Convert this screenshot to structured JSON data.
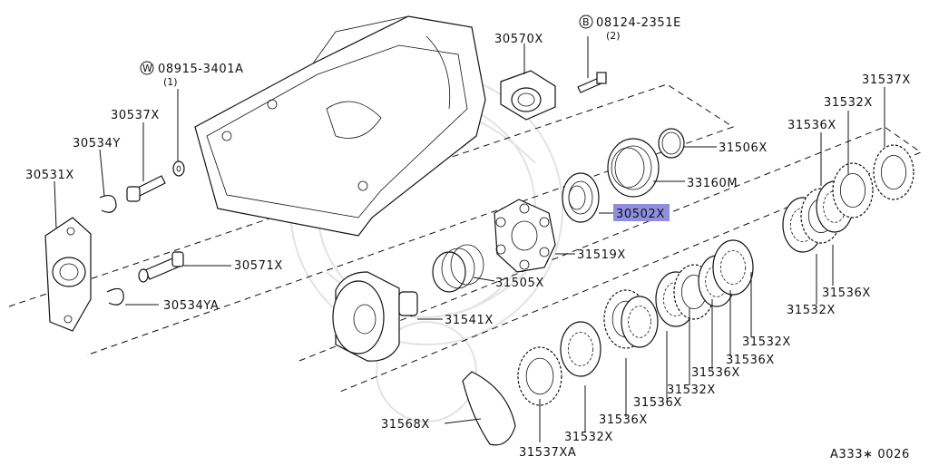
{
  "diagram": {
    "footer_code": "A333∗ 0026",
    "highlight_color": "#8f8fe0",
    "parts": [
      {
        "id": "p30570x",
        "label": "30570X"
      },
      {
        "id": "bolt",
        "circle": "B",
        "label": "08124-2351E",
        "qty": "(2)"
      },
      {
        "id": "washer",
        "circle": "W",
        "label": "08915-3401A",
        "qty": "(1)"
      },
      {
        "id": "p30537x",
        "label": "30537X"
      },
      {
        "id": "p30534y",
        "label": "30534Y"
      },
      {
        "id": "p30531x",
        "label": "30531X"
      },
      {
        "id": "p30571x",
        "label": "30571X"
      },
      {
        "id": "p30534ya",
        "label": "30534YA"
      },
      {
        "id": "p31506x",
        "label": "31506X"
      },
      {
        "id": "p33160m",
        "label": "33160M"
      },
      {
        "id": "p30502x",
        "label": "30502X",
        "highlighted": true
      },
      {
        "id": "p31519x",
        "label": "31519X"
      },
      {
        "id": "p31505x",
        "label": "31505X"
      },
      {
        "id": "p31541x",
        "label": "31541X"
      },
      {
        "id": "p31537x_top",
        "label": "31537X"
      },
      {
        "id": "p31532x_a",
        "label": "31532X"
      },
      {
        "id": "p31536x_a",
        "label": "31536X"
      },
      {
        "id": "p31536x_b",
        "label": "31536X"
      },
      {
        "id": "p31532x_b",
        "label": "31532X"
      },
      {
        "id": "p31532x_c",
        "label": "31532X"
      },
      {
        "id": "p31536x_c",
        "label": "31536X"
      },
      {
        "id": "p31536x_d",
        "label": "31536X"
      },
      {
        "id": "p31532x_d",
        "label": "31532X"
      },
      {
        "id": "p31536x_e",
        "label": "31536X"
      },
      {
        "id": "p31536x_f",
        "label": "31536X"
      },
      {
        "id": "p31532x_e",
        "label": "31532X"
      },
      {
        "id": "p31568x",
        "label": "31568X"
      },
      {
        "id": "p31537xa",
        "label": "31537XA"
      }
    ]
  }
}
